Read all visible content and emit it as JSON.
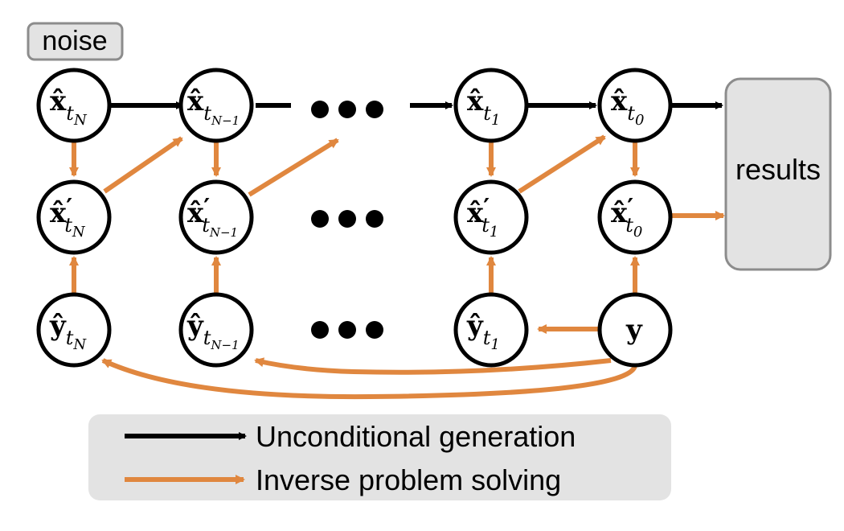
{
  "labels": {
    "noise": "noise",
    "results": "results"
  },
  "nodes": {
    "xN": {
      "base": "x̂",
      "prime": "",
      "sub": "t",
      "subsub": "N"
    },
    "xN1": {
      "base": "x̂",
      "prime": "",
      "sub": "t",
      "subsub": "N−1"
    },
    "x1": {
      "base": "x̂",
      "prime": "",
      "sub": "t",
      "subsub": "1"
    },
    "x0": {
      "base": "x̂",
      "prime": "",
      "sub": "t",
      "subsub": "0"
    },
    "xpN": {
      "base": "x̂",
      "prime": "′",
      "sub": "t",
      "subsub": "N"
    },
    "xpN1": {
      "base": "x̂",
      "prime": "′",
      "sub": "t",
      "subsub": "N−1"
    },
    "xp1": {
      "base": "x̂",
      "prime": "′",
      "sub": "t",
      "subsub": "1"
    },
    "xp0": {
      "base": "x̂",
      "prime": "′",
      "sub": "t",
      "subsub": "0"
    },
    "yN": {
      "base": "ŷ",
      "prime": "",
      "sub": "t",
      "subsub": "N"
    },
    "yN1": {
      "base": "ŷ",
      "prime": "",
      "sub": "t",
      "subsub": "N−1"
    },
    "y1": {
      "base": "ŷ",
      "prime": "",
      "sub": "t",
      "subsub": "1"
    },
    "y": {
      "base": "y",
      "prime": "",
      "sub": "",
      "subsub": ""
    }
  },
  "legend": {
    "unconditional": "Unconditional generation",
    "inverse": "Inverse problem solving"
  },
  "colors": {
    "black_arrow": "#000000",
    "orange_arrow": "#e0873f",
    "box_fill": "#e3e3e3",
    "box_stroke": "#8c8c8c"
  }
}
